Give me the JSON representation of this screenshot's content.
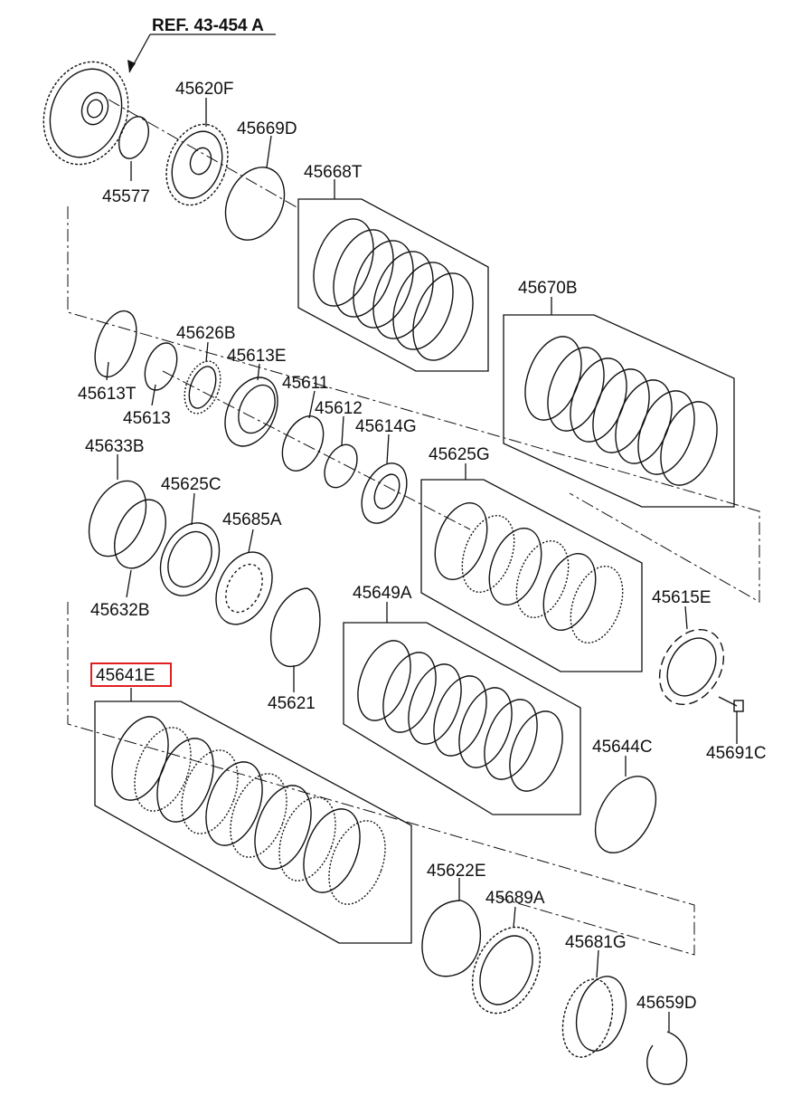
{
  "diagram": {
    "reference": "REF. 43-454 A",
    "highlight_color": "#e02020",
    "highlighted_part": "45641E",
    "parts": [
      {
        "id": "p45620F",
        "label": "45620F"
      },
      {
        "id": "p45577",
        "label": "45577"
      },
      {
        "id": "p45669D",
        "label": "45669D"
      },
      {
        "id": "p45668T",
        "label": "45668T"
      },
      {
        "id": "p45670B",
        "label": "45670B"
      },
      {
        "id": "p45626B",
        "label": "45626B"
      },
      {
        "id": "p45613E",
        "label": "45613E"
      },
      {
        "id": "p45613T",
        "label": "45613T"
      },
      {
        "id": "p45613",
        "label": "45613"
      },
      {
        "id": "p45611",
        "label": "45611"
      },
      {
        "id": "p45612",
        "label": "45612"
      },
      {
        "id": "p45614G",
        "label": "45614G"
      },
      {
        "id": "p45633B",
        "label": "45633B"
      },
      {
        "id": "p45625C",
        "label": "45625C"
      },
      {
        "id": "p45685A",
        "label": "45685A"
      },
      {
        "id": "p45625G",
        "label": "45625G"
      },
      {
        "id": "p45632B",
        "label": "45632B"
      },
      {
        "id": "p45649A",
        "label": "45649A"
      },
      {
        "id": "p45615E",
        "label": "45615E"
      },
      {
        "id": "p45641E",
        "label": "45641E"
      },
      {
        "id": "p45621",
        "label": "45621"
      },
      {
        "id": "p45644C",
        "label": "45644C"
      },
      {
        "id": "p45691C",
        "label": "45691C"
      },
      {
        "id": "p45622E",
        "label": "45622E"
      },
      {
        "id": "p45689A",
        "label": "45689A"
      },
      {
        "id": "p45681G",
        "label": "45681G"
      },
      {
        "id": "p45659D",
        "label": "45659D"
      }
    ]
  }
}
